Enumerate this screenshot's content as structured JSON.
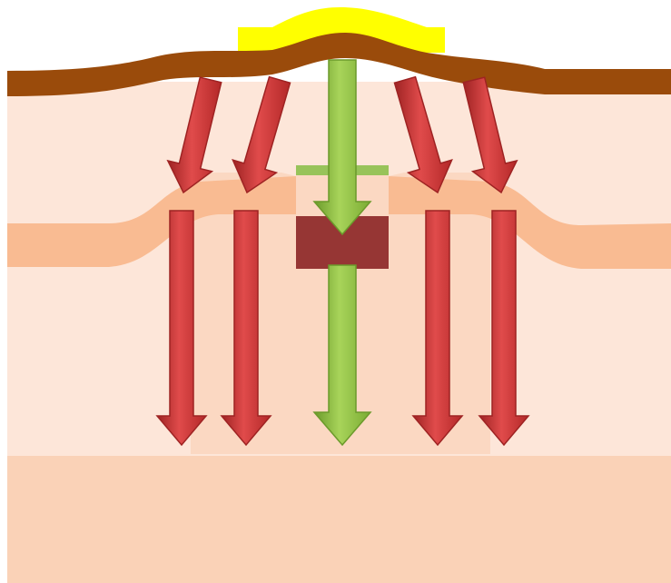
{
  "colors": {
    "background": "#ffffff",
    "upper_tissue": "#fde6d9",
    "lower_tissue": "#fad2b7",
    "band": "#f9bb92",
    "center_column": "#fbd8c2",
    "surface_layer": "#9a4b0b",
    "top_highlight": "#ffff00",
    "green_line": "#98c35a",
    "dark_block": "#963634",
    "red_arrow": "#cc3333",
    "red_arrow_light": "#e04b4b",
    "red_arrow_dark": "#9e2323",
    "green_arrow": "#8cbf3f",
    "green_arrow_light": "#a8d45a",
    "green_arrow_dark": "#6b9a2b"
  },
  "arrows": {
    "red_diagonal_count": 4,
    "red_vertical_count": 4,
    "green_vertical_count": 2
  }
}
